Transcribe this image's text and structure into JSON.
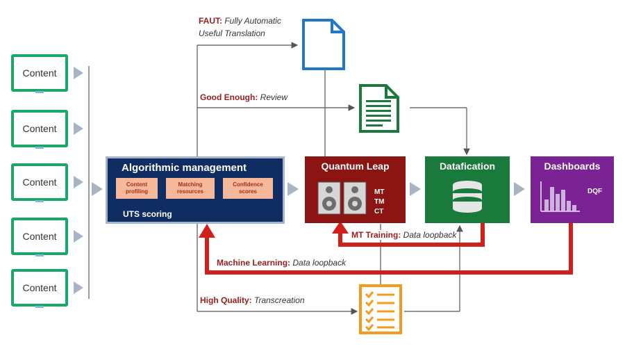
{
  "content_items": [
    "Content",
    "Content",
    "Content",
    "Content",
    "Content"
  ],
  "algorithmic": {
    "title": "Algorithmic management",
    "pills": [
      "Content profiling",
      "Matching resources",
      "Confidence scores"
    ],
    "sub": "UTS scoring"
  },
  "quantum": {
    "title": "Quantum Leap",
    "items": [
      "MT",
      "TM",
      "CT"
    ]
  },
  "datafication": {
    "title": "Datafication"
  },
  "dashboards": {
    "title": "Dashboards",
    "tag": "DQF"
  },
  "routes": {
    "faut_key": "FAUT:",
    "faut_line1": "Fully Automatic",
    "faut_line2": "Useful Translation",
    "good_key": "Good Enough:",
    "good_value": "Review",
    "high_key": "High Quality:",
    "high_value": "Transcreation",
    "mt_key": "MT Training:",
    "mt_value": "Data loopback",
    "ml_key": "Machine Learning:",
    "ml_value": "Data loopback"
  },
  "colors": {
    "content_border": "#19a86a",
    "algo_bg": "#0f2d63",
    "quantum_bg": "#8c1514",
    "data_bg": "#1a7a3c",
    "dash_bg": "#7b2294",
    "loop_red": "#d0201c",
    "faut_doc": "#1f78c8",
    "review_doc": "#1a7a3c",
    "checklist_doc": "#f59a1c"
  }
}
